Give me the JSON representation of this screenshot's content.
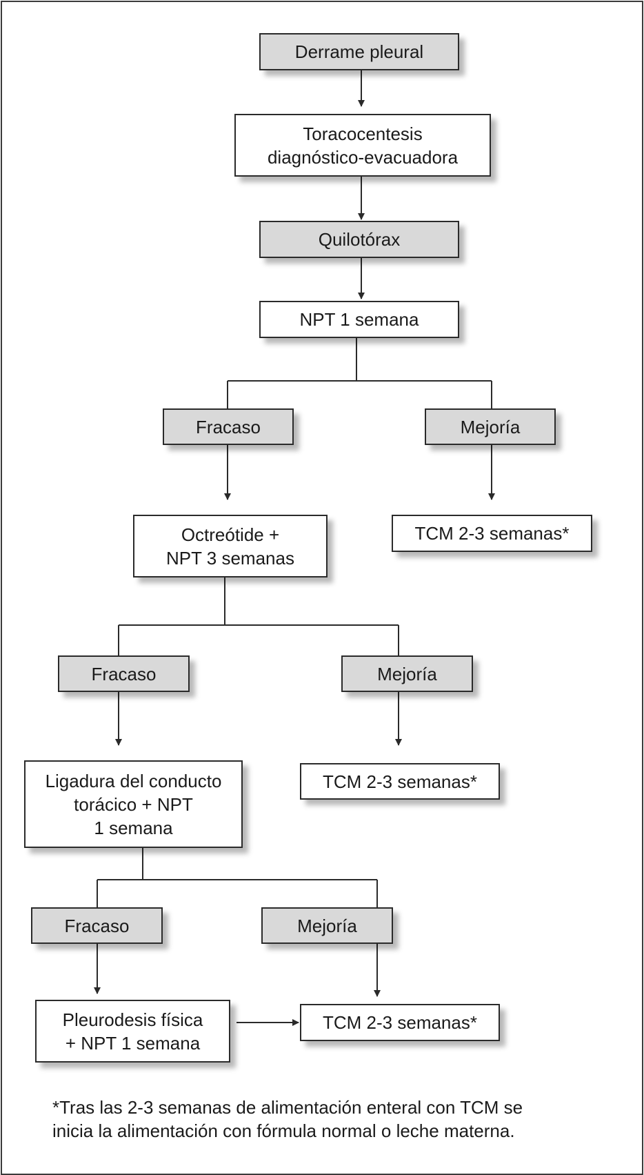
{
  "diagram": {
    "nodes": {
      "derrame": "Derrame pleural",
      "toracocentesis": "Toracocentesis\ndiagnóstico-evacuadora",
      "quilotorax": "Quilotórax",
      "npt1": "NPT 1 semana",
      "fracaso1": "Fracaso",
      "mejoria1": "Mejoría",
      "octreotide": "Octreótide +\nNPT 3 semanas",
      "tcm1": "TCM 2-3 semanas*",
      "fracaso2": "Fracaso",
      "mejoria2": "Mejoría",
      "ligadura": "Ligadura del conducto\ntorácico + NPT\n1 semana",
      "tcm2": "TCM 2-3 semanas*",
      "fracaso3": "Fracaso",
      "mejoria3": "Mejoría",
      "pleurodesis": "Pleurodesis física\n+ NPT 1 semana",
      "tcm3": "TCM 2-3 semanas*"
    },
    "footnote": "*Tras las 2-3 semanas de alimentación enteral con TCM se\ninicia la alimentación con fórmula normal o leche materna."
  },
  "colors": {
    "gray_fill": "#d9d9d9",
    "white_fill": "#ffffff",
    "line": "#2a2a2a"
  }
}
